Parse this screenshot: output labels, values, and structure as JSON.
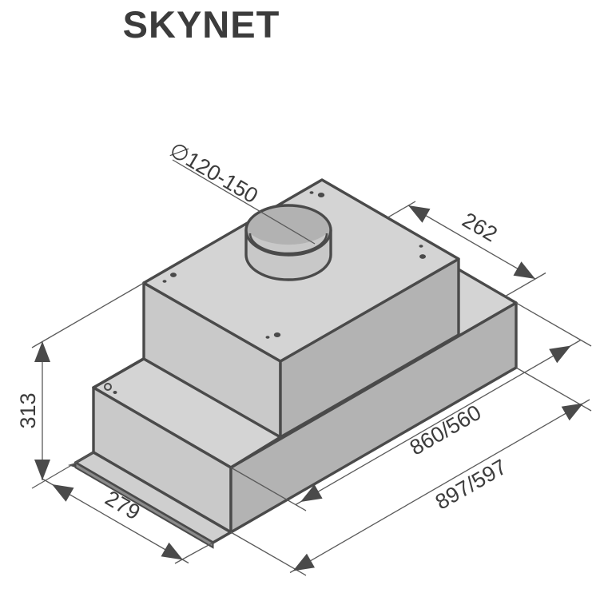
{
  "title": "SKYNET",
  "drawing": {
    "duct_diameter_label": "∅120-150",
    "dim_top_depth": "262",
    "dim_height": "313",
    "dim_front_depth": "279",
    "dim_body_width": "860/560",
    "dim_overall_width": "897/597"
  },
  "colors": {
    "line": "#4a4a4a",
    "face_top": "#d4d4d4",
    "face_left": "#c9c9c9",
    "face_right": "#b3b3b3",
    "cylinder_wall": "#c8c8c8",
    "cylinder_opening": "#b2b2b2",
    "cylinder_inner_bottom": "#c8c8c8",
    "flange_top": "#cfcfcf",
    "flange_edge": "#8a8a8a"
  }
}
